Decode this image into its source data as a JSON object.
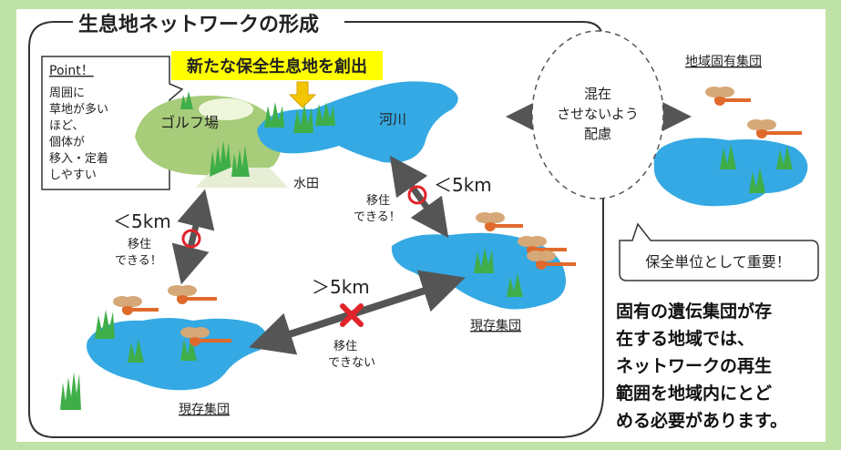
{
  "colors": {
    "frame": "#bfe3a6",
    "water": "#34a9e3",
    "golf": "#a7cc7a",
    "grass": "#3fae49",
    "arrow": "#555555",
    "ok_circle": "#e0242a",
    "ng_cross": "#e0242a",
    "highlight": "#ffff00",
    "insect_body": "#e06a2c",
    "insect_wing": "#d6a877"
  },
  "panel": {
    "title": "生息地ネットワークの形成"
  },
  "point_box": {
    "heading": "Point！",
    "lines": [
      "周囲に",
      "草地が多い",
      "ほど、",
      "個体が",
      "移入・定着",
      "しやすい"
    ]
  },
  "new_habitat_label": "新たな保全生息地を創出",
  "places": {
    "golf": "ゴルフ場",
    "river": "河川",
    "paddy": "水田"
  },
  "connections": [
    {
      "id": "left",
      "distance": "＜5km",
      "status": [
        "移住",
        "できる！"
      ],
      "possible": true
    },
    {
      "id": "right",
      "distance": "＜5km",
      "status": [
        "移住",
        "できる！"
      ],
      "possible": true
    },
    {
      "id": "bottom",
      "distance": "＞5km",
      "status": [
        "移住",
        "できない"
      ],
      "possible": false
    }
  ],
  "populations": {
    "bottom_left": "現存集団",
    "right": "現存集団",
    "endemic": "地域固有集団"
  },
  "separation_note": [
    "混在",
    "させないよう",
    "配慮"
  ],
  "important_callout": "保全単位として重要！",
  "conclusion_lines": [
    "固有の遺伝集団が存",
    "在する地域では、",
    "ネットワークの再生",
    "範囲を地域内にとど",
    "める必要があります。"
  ]
}
